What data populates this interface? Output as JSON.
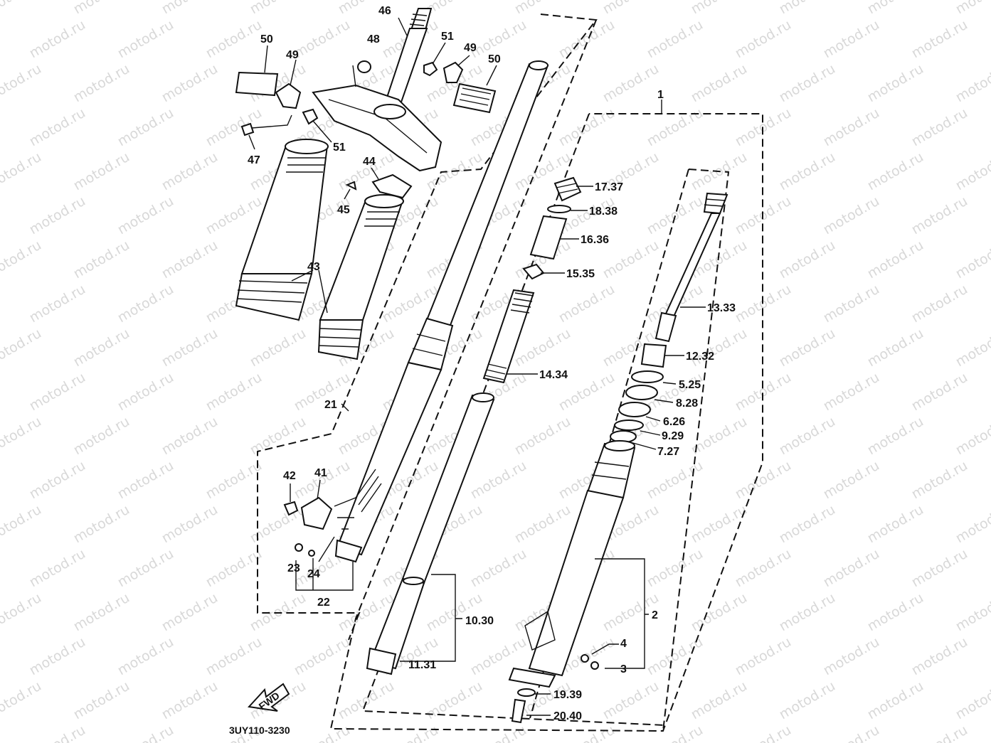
{
  "watermark": "motod.ru",
  "diagram_code": "3UY110-3230",
  "fwd_label": "FWD",
  "labels": [
    {
      "id": "46",
      "text": "46"
    },
    {
      "id": "48",
      "text": "48"
    },
    {
      "id": "51a",
      "text": "51"
    },
    {
      "id": "49a",
      "text": "49"
    },
    {
      "id": "50a",
      "text": "50"
    },
    {
      "id": "50b",
      "text": "50"
    },
    {
      "id": "49b",
      "text": "49"
    },
    {
      "id": "47",
      "text": "47"
    },
    {
      "id": "51b",
      "text": "51"
    },
    {
      "id": "44",
      "text": "44"
    },
    {
      "id": "45",
      "text": "45"
    },
    {
      "id": "43",
      "text": "43"
    },
    {
      "id": "1",
      "text": "1"
    },
    {
      "id": "17_37",
      "text": "17.37"
    },
    {
      "id": "18_38",
      "text": "18.38"
    },
    {
      "id": "16_36",
      "text": "16.36"
    },
    {
      "id": "15_35",
      "text": "15.35"
    },
    {
      "id": "13_33",
      "text": "13.33"
    },
    {
      "id": "12_32",
      "text": "12.32"
    },
    {
      "id": "14_34",
      "text": "14.34"
    },
    {
      "id": "5_25",
      "text": "5.25"
    },
    {
      "id": "8_28",
      "text": "8.28"
    },
    {
      "id": "6_26",
      "text": "6.26"
    },
    {
      "id": "9_29",
      "text": "9.29"
    },
    {
      "id": "7_27",
      "text": "7.27"
    },
    {
      "id": "21",
      "text": "21"
    },
    {
      "id": "42",
      "text": "42"
    },
    {
      "id": "41",
      "text": "41"
    },
    {
      "id": "23",
      "text": "23"
    },
    {
      "id": "24",
      "text": "24"
    },
    {
      "id": "22",
      "text": "22"
    },
    {
      "id": "10_30",
      "text": "10.30"
    },
    {
      "id": "11_31",
      "text": "11.31"
    },
    {
      "id": "2",
      "text": "2"
    },
    {
      "id": "4",
      "text": "4"
    },
    {
      "id": "3",
      "text": "3"
    },
    {
      "id": "19_39",
      "text": "19.39"
    },
    {
      "id": "20_40",
      "text": "20.40"
    }
  ]
}
